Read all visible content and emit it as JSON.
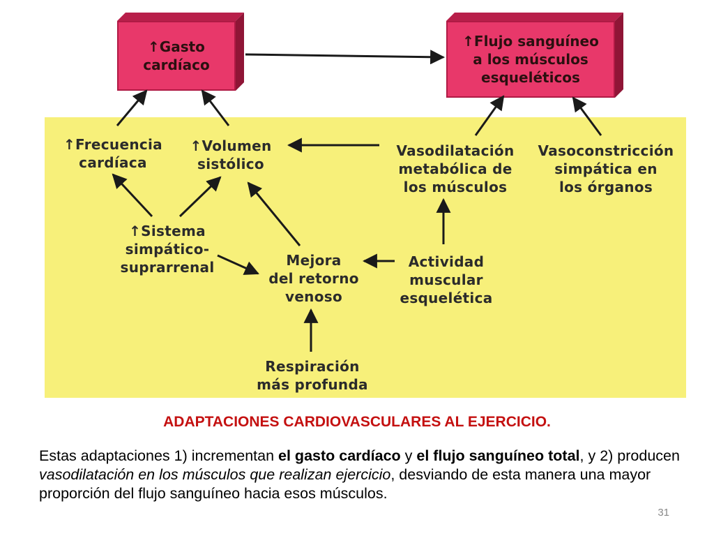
{
  "diagram": {
    "top_left_box": [
      "↑Gasto",
      "cardíaco"
    ],
    "top_right_box": [
      "↑Flujo sanguíneo",
      "a los músculos",
      "esqueléticos"
    ],
    "nodes": {
      "frecuencia": [
        "↑Frecuencia",
        "cardíaca"
      ],
      "volumen": [
        "↑Volumen",
        "sistólico"
      ],
      "vasodilatacion": [
        "Vasodilatación",
        "metabólica de",
        "los músculos"
      ],
      "vasoconstriccion": [
        "Vasoconstricción",
        "simpática en",
        "los órganos"
      ],
      "sistema": [
        "↑Sistema",
        "simpático-",
        "suprarrenal"
      ],
      "mejora": [
        "Mejora",
        "del retorno",
        "venoso"
      ],
      "actividad": [
        "Actividad",
        "muscular",
        "esquelética"
      ],
      "respiracion": [
        "Respiración",
        "más profunda"
      ]
    },
    "colors": {
      "panel": "#f7f07a",
      "box": "#e8386a",
      "title": "#c41010"
    }
  },
  "caption": {
    "title": "ADAPTACIONES CARDIOVASCULARES AL EJERCICIO.",
    "p1": "Estas adaptaciones ",
    "p2": "1)",
    "p3": " incrementan ",
    "p4": "el gasto cardíaco",
    "p5": " y ",
    "p6": "el flujo sanguíneo total",
    "p7": ", y ",
    "p8": "2)",
    "p9": " producen ",
    "p10": "vasodilatación en los músculos que realizan ejercicio",
    "p11": ", desviando de esta manera una mayor proporción del flujo sanguíneo hacia esos músculos."
  },
  "page_number": "31"
}
